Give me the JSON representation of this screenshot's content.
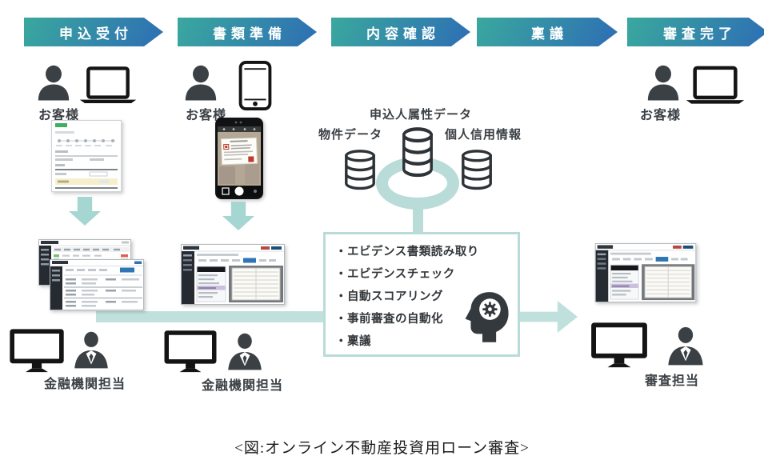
{
  "stages": [
    "申込受付",
    "書類準備",
    "内容確認",
    "稟議",
    "審査完了"
  ],
  "labels": {
    "customer_1": "お客様",
    "customer_2": "お客様",
    "customer_5": "お客様",
    "bank_staff_1": "金融機関担当",
    "bank_staff_2": "金融機関担当",
    "review_staff": "審査担当"
  },
  "data_sources": {
    "applicant": "申込人属性データ",
    "property": "物件データ",
    "credit": "個人信用情報"
  },
  "ai_box": {
    "items": [
      "・エビデンス書類読み取り",
      "・エビデンスチェック",
      "・自動スコアリング",
      "・事前審査の自動化",
      "・稟議"
    ]
  },
  "caption": "<図:オンライン不動産投資用ローン審査>",
  "icons": {
    "person": "person-silhouette-icon",
    "business_person": "business-person-icon",
    "laptop": "laptop-icon",
    "smartphone": "smartphone-icon",
    "monitor": "desktop-monitor-icon",
    "database": "database-cylinder-icon",
    "ai_brain": "head-with-gear-icon",
    "down_arrow": "down-arrow",
    "flow_arrow": "right-flow-arrow"
  },
  "colors": {
    "stage_gradient_start": "#3aa89e",
    "stage_gradient_end": "#2e71b3",
    "flow_teal_light": "#c0e0dd",
    "flow_teal": "#b9dcd9",
    "down_arrow_teal": "#a6d6d2",
    "icon_dark": "#3b4045",
    "highlight_yellow": "#f6efcd"
  }
}
